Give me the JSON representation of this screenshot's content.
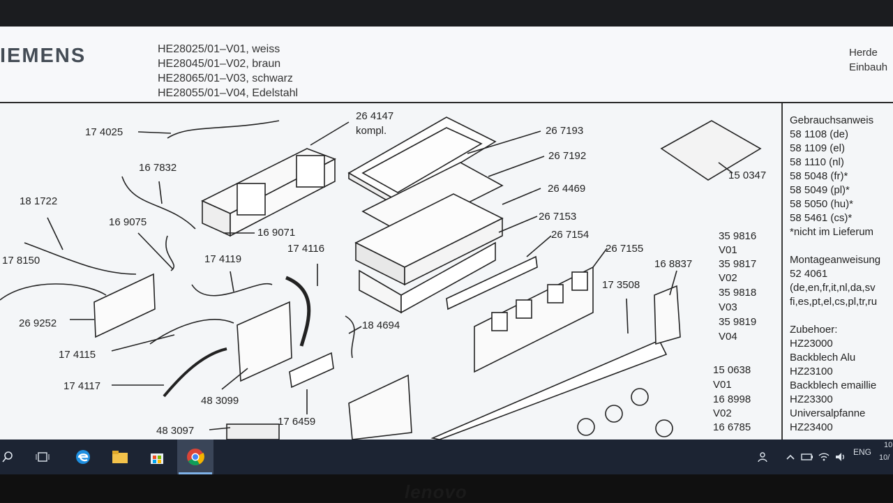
{
  "header": {
    "brand": "IEMENS",
    "models": [
      "HE28025/01–V01, weiss",
      "HE28045/01–V02, braun",
      "HE28065/01–V03, schwarz",
      "HE28055/01–V04, Edelstahl"
    ],
    "category": [
      "Herde",
      "Einbauh"
    ]
  },
  "parts": [
    "26 4147",
    "kompl.",
    "17 4025",
    "16 7832",
    "18 1722",
    "16 9075",
    "16 9071",
    "17 8150",
    "17 4119",
    "17 4116",
    "26 9252",
    "17 4115",
    "17 4117",
    "48 3099",
    "18 4694",
    "17 6459",
    "48 3097",
    "26 7193",
    "26 7192",
    "26 4469",
    "26 7153",
    "26 7154",
    "26 7155",
    "17 3508",
    "16 8837",
    "15 0347"
  ],
  "variants": [
    "35 9816",
    "V01",
    "35 9817",
    "V02",
    "35 9818",
    "V03",
    "35 9819",
    "V04",
    "15 0638",
    "V01",
    "16 8998",
    "V02",
    "16 6785"
  ],
  "right_panel": {
    "lines": [
      "Gebrauchsanweis",
      "58 1108 (de)",
      "58 1109 (el)",
      "58 1110 (nl)",
      "58 5048 (fr)*",
      "58 5049 (pl)*",
      "58 5050 (hu)*",
      "58 5461 (cs)*",
      "*nicht im Lieferum",
      "Montageanweisung",
      "52 4061",
      "(de,en,fr,it,nl,da,sv",
      "fi,es,pt,el,cs,pl,tr,ru",
      "Zubehoer:",
      "HZ23000",
      "Backblech Alu",
      "HZ23100",
      "Backblech emaillie",
      "HZ23300",
      "Universalpfanne",
      "HZ23400"
    ]
  },
  "taskbar": {
    "language": "ENG",
    "clock_time": "10",
    "clock_date": "10/"
  },
  "monitor_brand": "lenovo"
}
